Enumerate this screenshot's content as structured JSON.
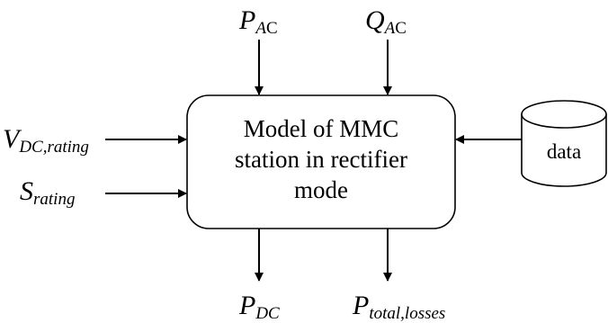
{
  "block": {
    "line1": "Model of MMC",
    "line2": "station in rectifier",
    "line3": "mode"
  },
  "data_store": {
    "label": "data"
  },
  "inputs": {
    "p_ac": {
      "main": "P",
      "sub_italic": "A",
      "sub_upright": "C"
    },
    "q_ac": {
      "main": "Q",
      "sub_italic": "A",
      "sub_upright": "C"
    },
    "v_dc_rating": {
      "main": "V",
      "sub": "DC,rating"
    },
    "s_rating": {
      "main": "S",
      "sub": "rating"
    }
  },
  "outputs": {
    "p_dc": {
      "main": "P",
      "sub": "DC"
    },
    "p_total_losses": {
      "main": "P",
      "sub": "total,losses"
    }
  },
  "colors": {
    "stroke": "#000000",
    "background": "#ffffff"
  }
}
